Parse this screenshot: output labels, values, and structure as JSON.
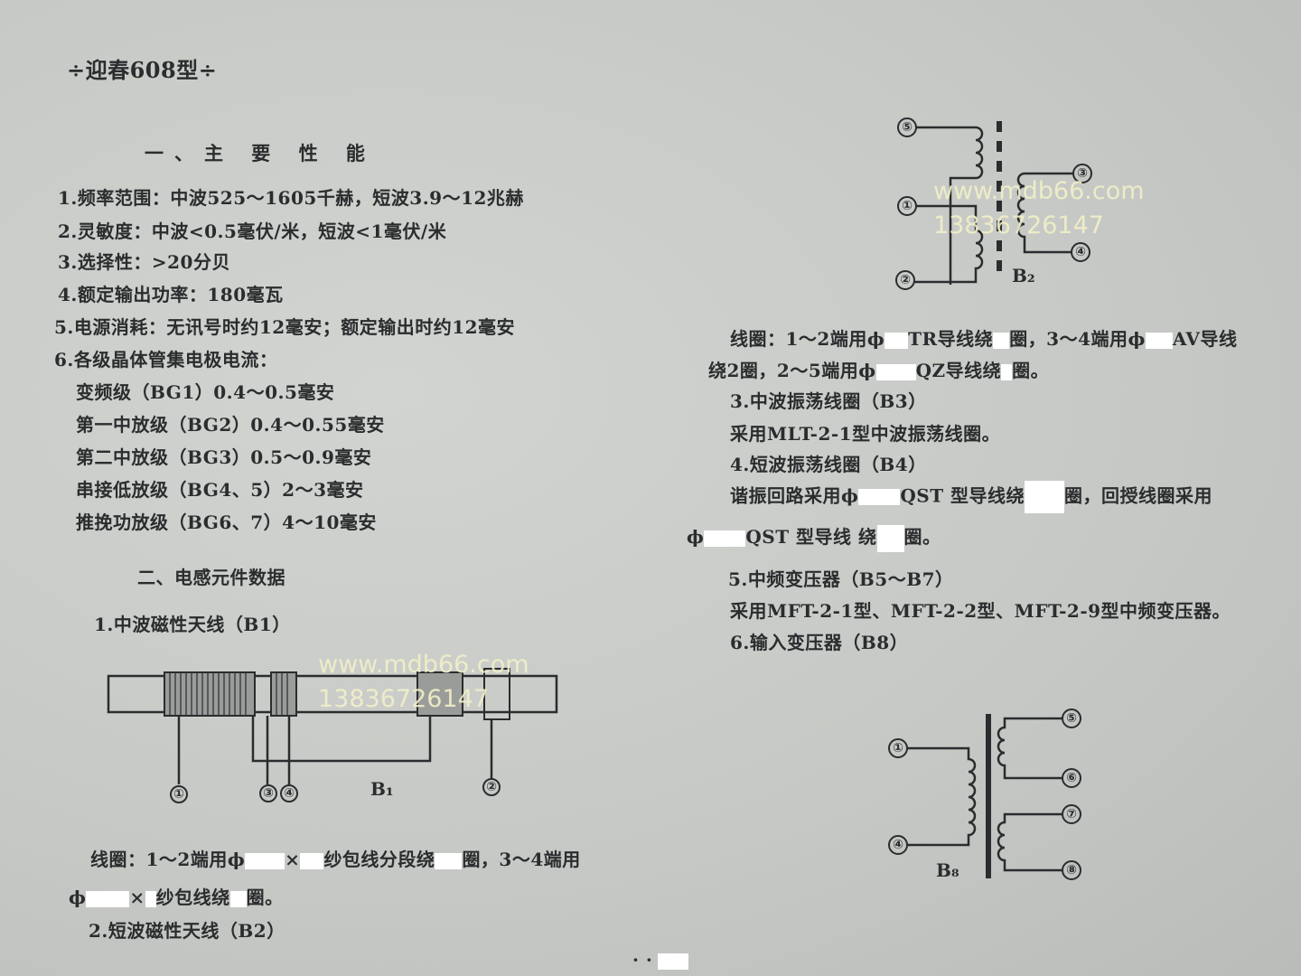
{
  "header": {
    "title": "÷迎春608型÷"
  },
  "section1": {
    "heading": "一、主 要 性 能",
    "items": [
      "1.频率范围：中波525～1605千赫，短波3.9～12兆赫",
      "2.灵敏度：中波<0.5毫伏/米，短波<1毫伏/米",
      "3.选择性：>20分贝",
      "4.额定输出功率：180毫瓦",
      "5.电源消耗：无讯号时约12毫安；额定输出时约12毫安",
      "6.各级晶体管集电极电流："
    ],
    "currents": [
      "变频级（BG1）0.4～0.5毫安",
      "第一中放级（BG2）0.4～0.55毫安",
      "第二中放级（BG3）0.5～0.9毫安",
      "串接低放级（BG4、5）2～3毫安",
      "推挽功放级（BG6、7）4～10毫安"
    ]
  },
  "section2": {
    "heading": "二、电感元件数据",
    "item1": "1.中波磁性天线（B1）",
    "b1_label": "B₁",
    "b1_pins": [
      "①",
      "③",
      "④",
      "②"
    ],
    "coil_text_a1": "线圈：1～2端用ϕ",
    "coil_text_a2": "×",
    "coil_text_a3": "纱包线分段绕",
    "coil_text_a4": "圈，3～4端用",
    "coil_text_b1": "ϕ",
    "coil_text_b2": "×",
    "coil_text_b3": "纱包线绕",
    "coil_text_b4": "圈。",
    "item2": "2.短波磁性天线（B2）"
  },
  "right": {
    "b2_label": "B₂",
    "b2_pins": [
      "⑤",
      "①",
      "②",
      "③",
      "④"
    ],
    "b2_text_1a": "线圈：1～2端用ϕ",
    "b2_text_1b": "TR导线绕",
    "b2_text_1c": "圈，3～4端用ϕ",
    "b2_text_1d": "AV导线",
    "b2_text_2a": "绕2圈，2～5端用ϕ",
    "b2_text_2b": "QZ导线绕",
    "b2_text_2c": "圈。",
    "item3": "3.中波振荡线圈（B3）",
    "item3_desc": "采用MLT-2-1型中波振荡线圈。",
    "item4": "4.短波振荡线圈（B4）",
    "item4_desc_a": "谐振回路采用ϕ",
    "item4_desc_b": "QST 型导线绕",
    "item4_desc_c": "圈，回授线圈采用",
    "item4_desc2_a": "ϕ",
    "item4_desc2_b": "QST 型导线 绕",
    "item4_desc2_c": "圈。",
    "item5": "5.中频变压器（B5～B7）",
    "item5_desc": "采用MFT-2-1型、MFT-2-2型、MFT-2-9型中频变压器。",
    "item6": "6.输入变压器（B8）",
    "b8_label": "B₈",
    "b8_pins": [
      "①",
      "④",
      "⑤",
      "⑥",
      "⑦",
      "⑧"
    ]
  },
  "watermark": {
    "url": "www.mdb66.com",
    "phone": "13836726147"
  },
  "footer": {
    "page": "· ·"
  }
}
